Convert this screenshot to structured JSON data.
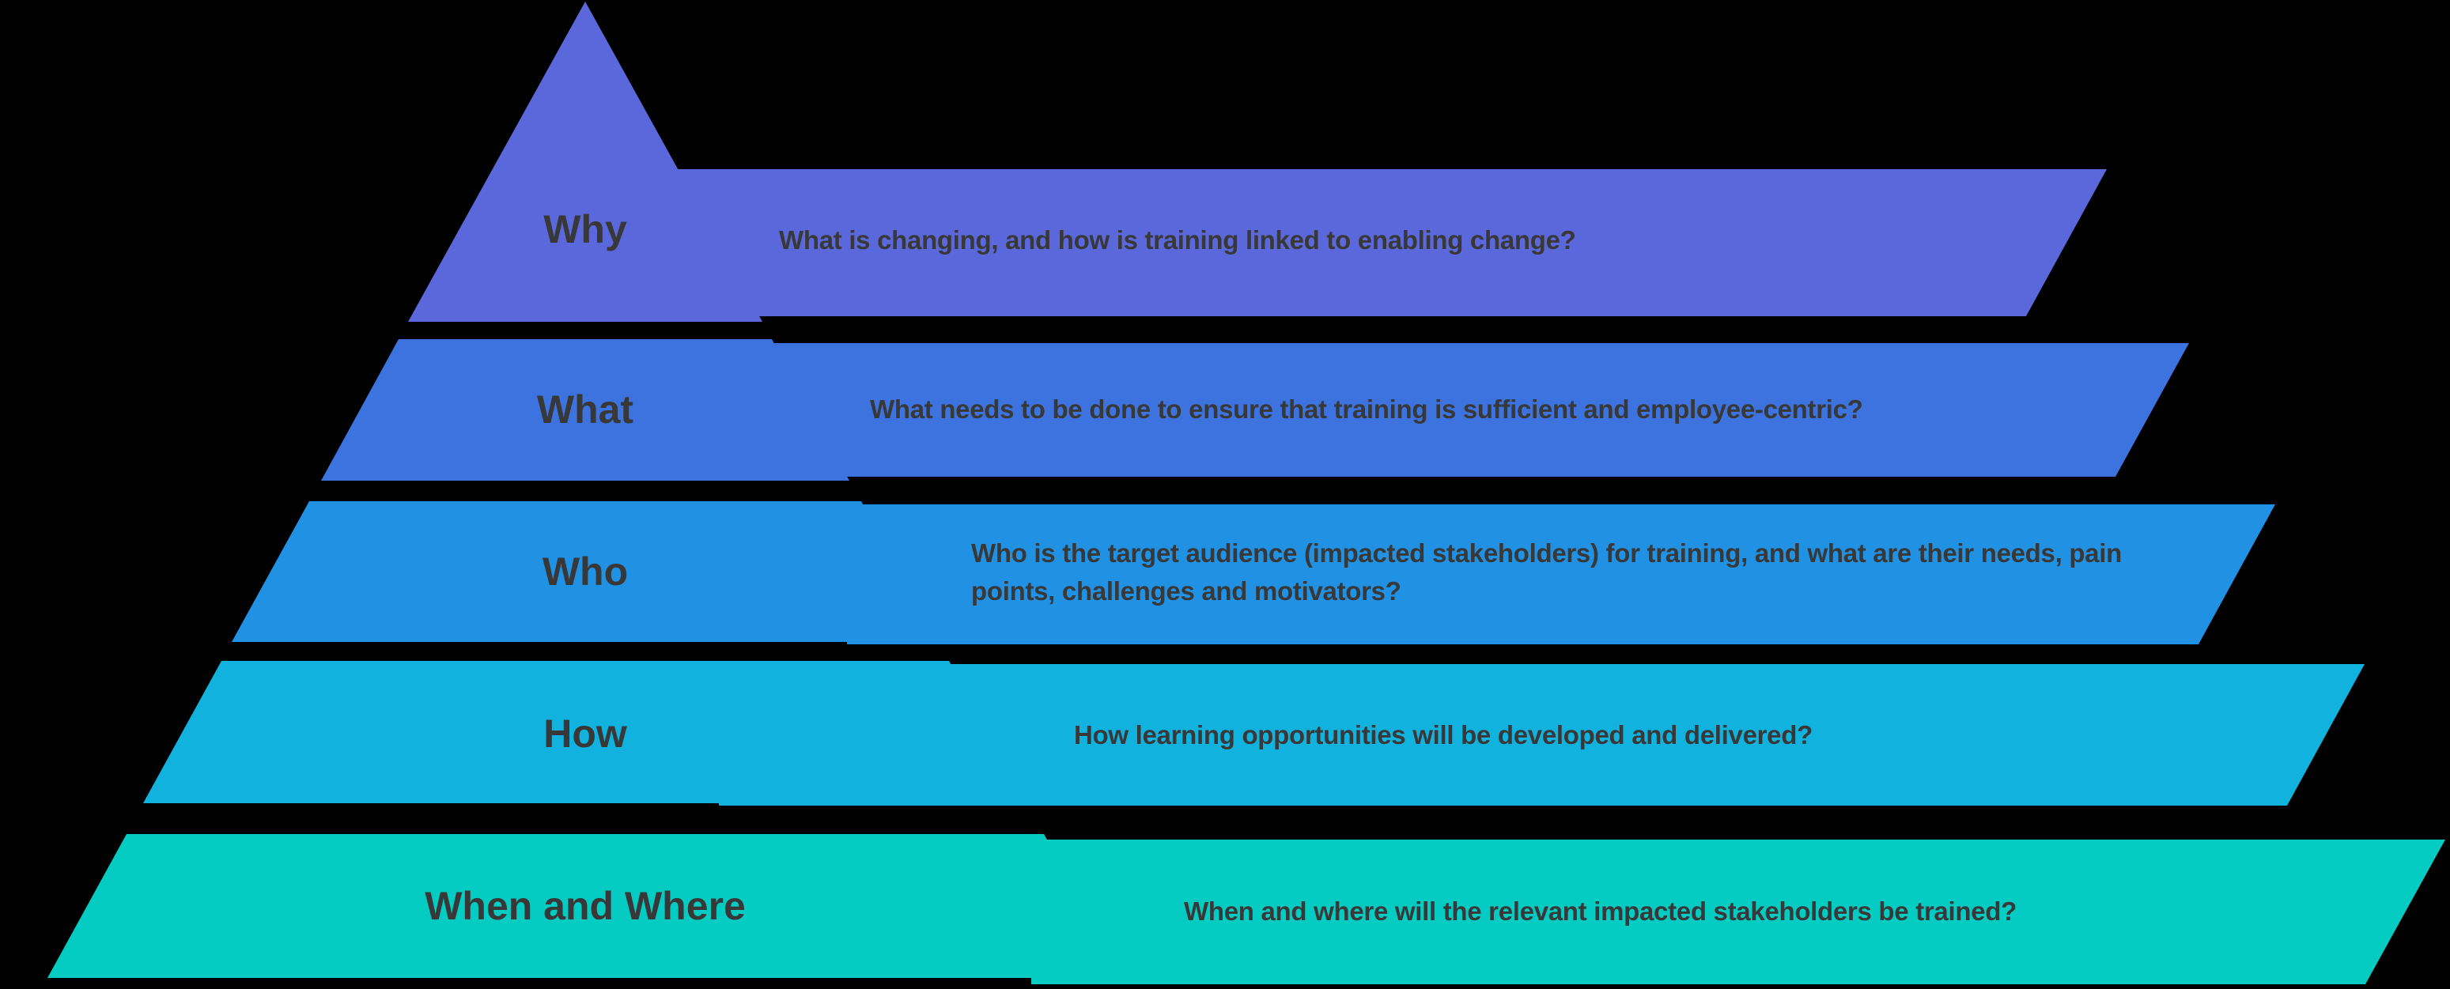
{
  "background": "#000000",
  "text_color": "#383838",
  "diagram_type": "pyramid",
  "rows": [
    {
      "label": "Why",
      "question": "What is changing, and how is training linked to enabling change?",
      "color": "#5B68DB"
    },
    {
      "label": "What",
      "question": "What needs to be done to ensure that training is sufficient and employee-centric?",
      "color": "#3D73DE"
    },
    {
      "label": "Who",
      "question": "Who is the target audience (impacted stakeholders) for training, and what are their needs, pain\npoints, challenges and motivators?",
      "color": "#2191E4"
    },
    {
      "label": "How",
      "question": "How learning opportunities will be developed and delivered?",
      "color": "#12B2DF"
    },
    {
      "label": "When and Where",
      "question": "When and where will the relevant impacted stakeholders be trained?",
      "color": "#04CCC2"
    }
  ]
}
